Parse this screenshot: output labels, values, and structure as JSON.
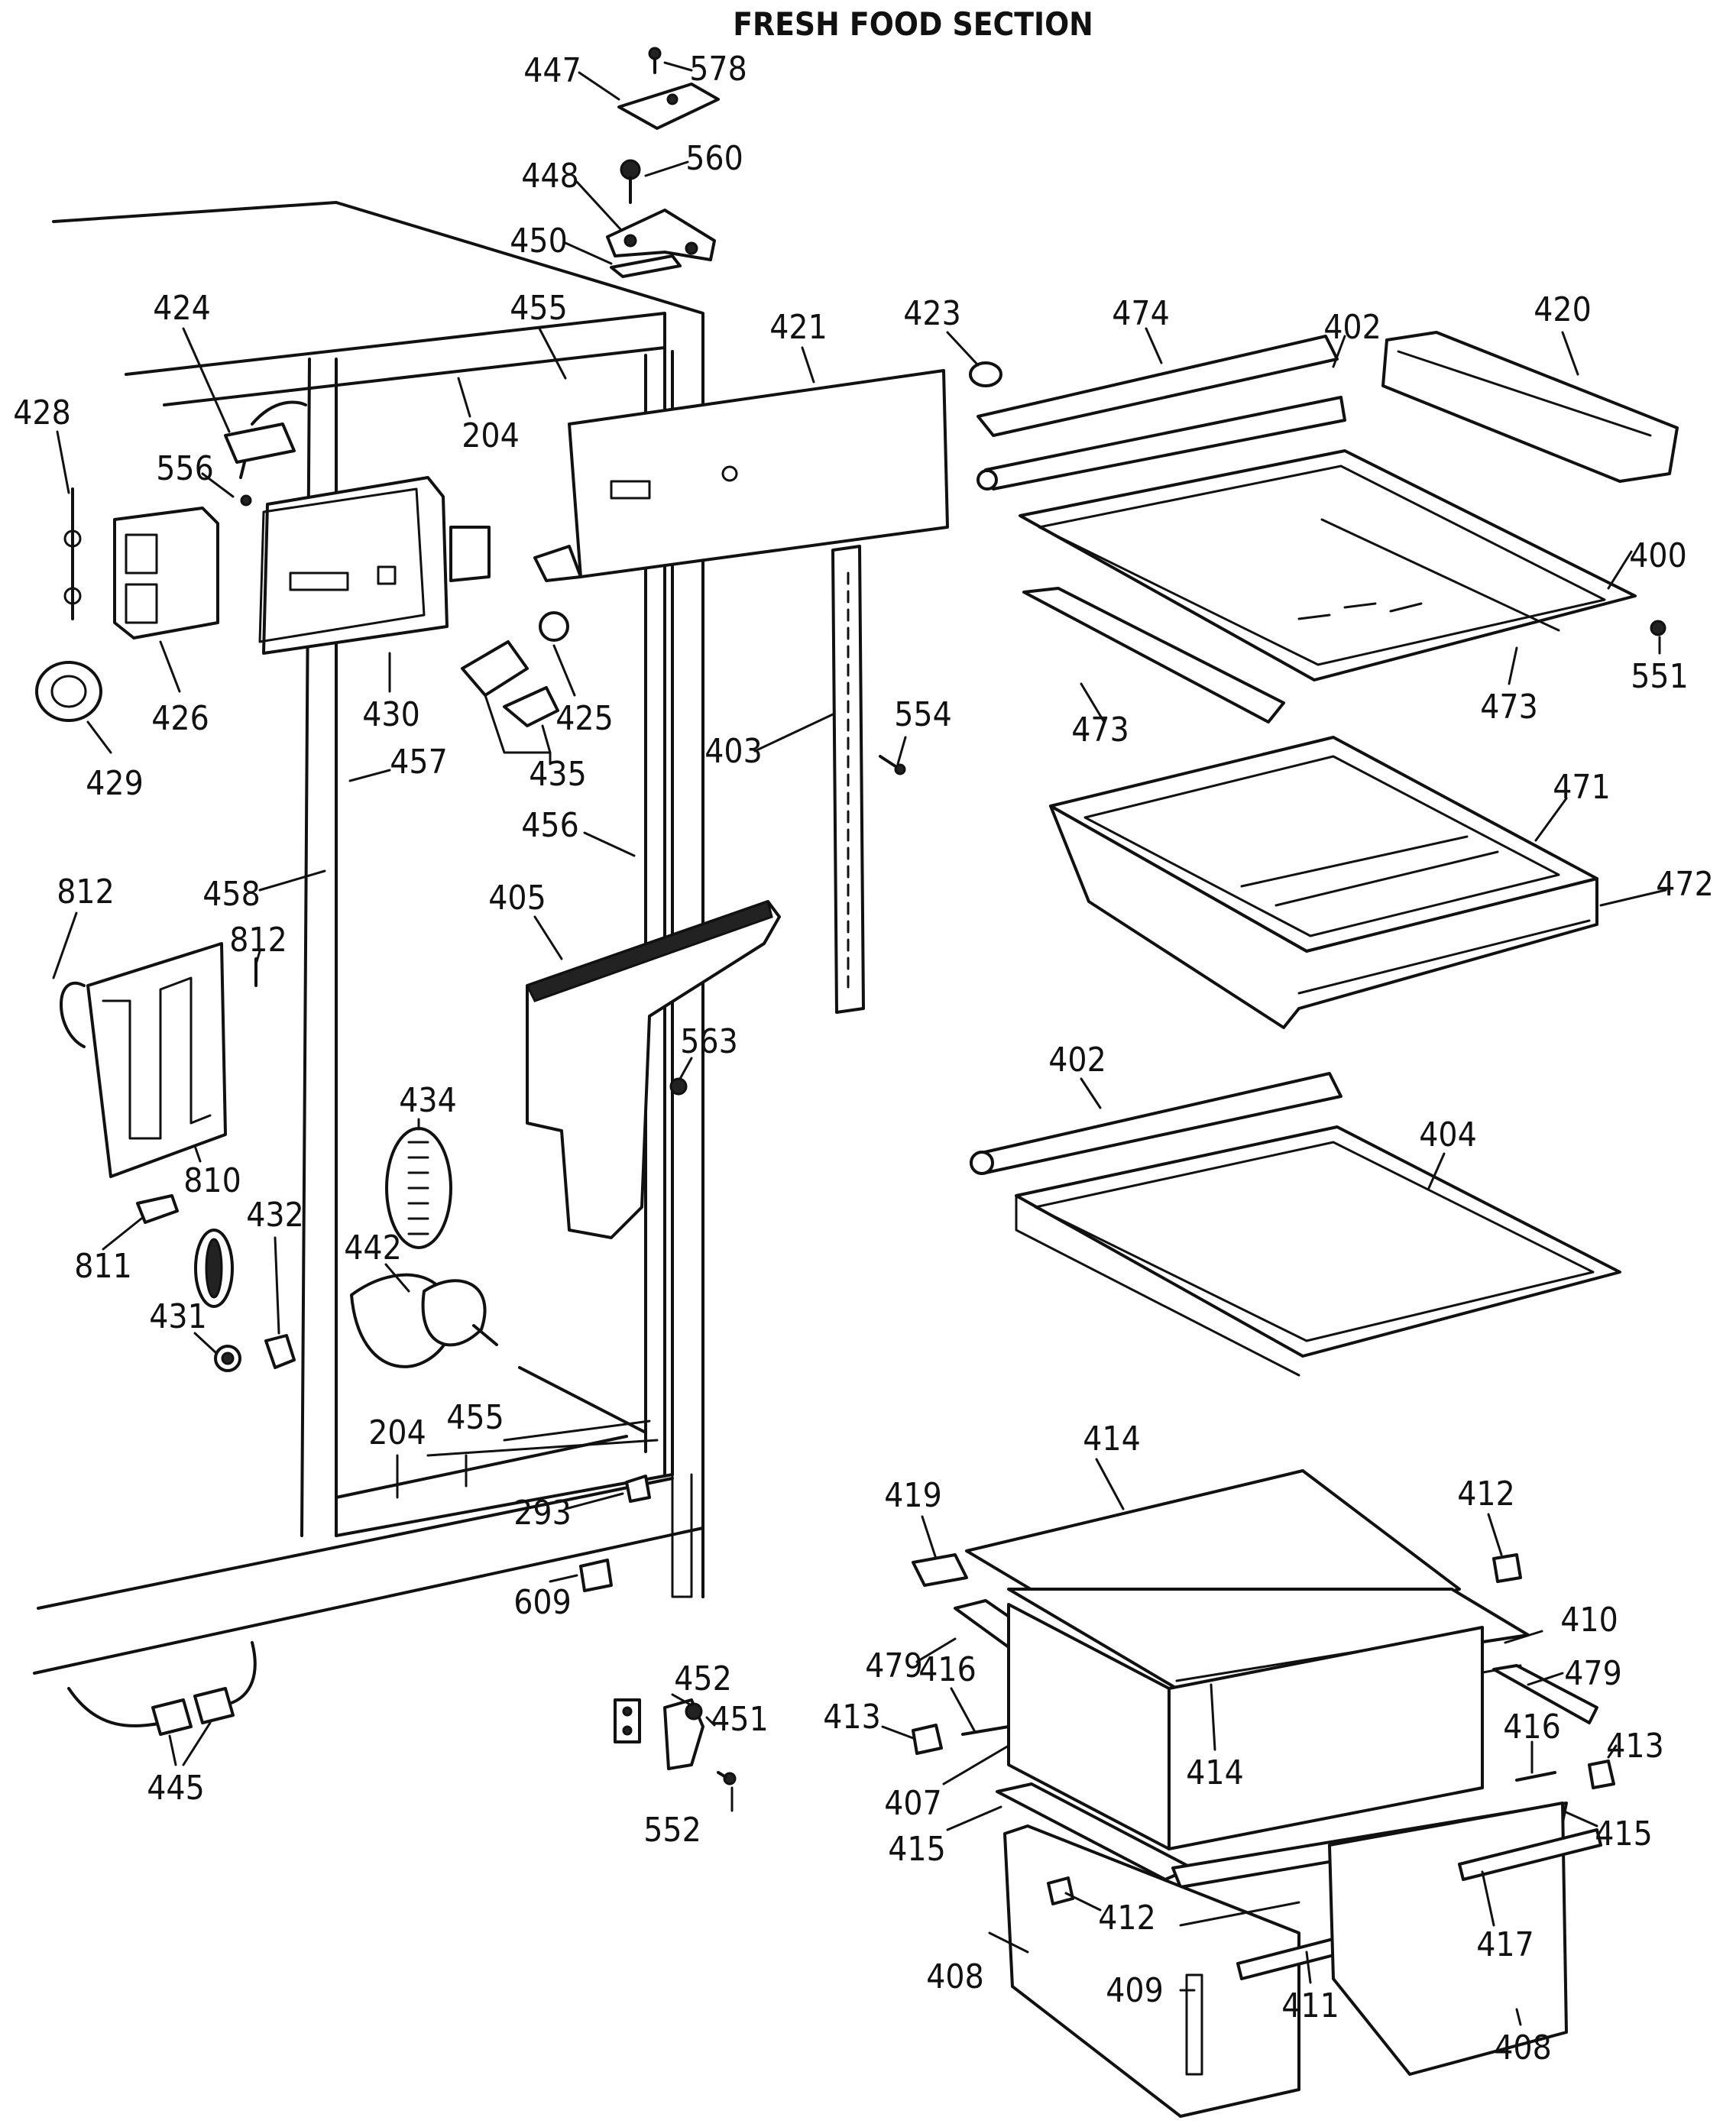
{
  "diagram": {
    "title": "FRESH FOOD SECTION",
    "part_labels": {
      "p447": "447",
      "p578": "578",
      "p448": "448",
      "p560": "560",
      "p450": "450",
      "p424": "424",
      "p455a": "455",
      "p421": "421",
      "p423": "423",
      "p474": "474",
      "p402a": "402",
      "p420": "420",
      "p428": "428",
      "p204a": "204",
      "p556": "556",
      "p400": "400",
      "p551": "551",
      "p473a": "473",
      "p473b": "473",
      "p426": "426",
      "p430": "430",
      "p425": "425",
      "p435": "435",
      "p429": "429",
      "p457": "457",
      "p403": "403",
      "p554": "554",
      "p456": "456",
      "p471": "471",
      "p472": "472",
      "p812a": "812",
      "p458": "458",
      "p405": "405",
      "p812b": "812",
      "p563": "563",
      "p402b": "402",
      "p404": "404",
      "p434": "434",
      "p810": "810",
      "p811": "811",
      "p432": "432",
      "p442": "442",
      "p431": "431",
      "p204b": "204",
      "p455b": "455",
      "p414a": "414",
      "p293": "293",
      "p419": "419",
      "p412a": "412",
      "p609": "609",
      "p410": "410",
      "p479a": "479",
      "p479b": "479",
      "p416a": "416",
      "p452": "452",
      "p413a": "413",
      "p451": "451",
      "p414b": "414",
      "p416b": "416",
      "p413b": "413",
      "p445": "445",
      "p407": "407",
      "p552": "552",
      "p415a": "415",
      "p415b": "415",
      "p412b": "412",
      "p417": "417",
      "p408a": "408",
      "p409": "409",
      "p411": "411",
      "p408b": "408"
    }
  }
}
